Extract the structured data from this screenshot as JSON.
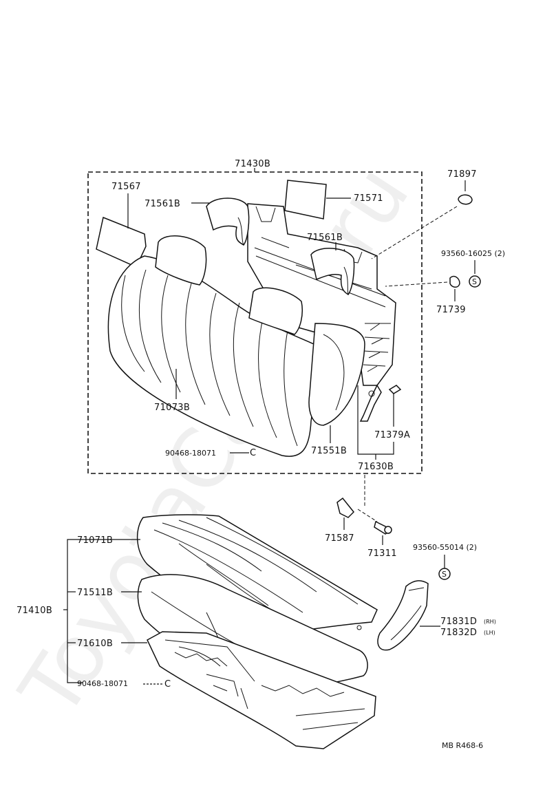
{
  "watermark": "ToyotaCar.ne.ru",
  "drawing_code": "MB R468-6",
  "labels": {
    "p71430B": "71430B",
    "p71567": "71567",
    "p71561B_left": "71561B",
    "p71571": "71571",
    "p71561B_right": "71561B",
    "p71897": "71897",
    "p93560_16025": "93560-16025 (2)",
    "p71739": "71739",
    "p71073B": "71073B",
    "p90468_18071_top": "90468-18071",
    "p71551B": "71551B",
    "p71379A": "71379A",
    "p71630B": "71630B",
    "p71587": "71587",
    "p71311": "71311",
    "p93560_55014": "93560-55014 (2)",
    "p71071B": "71071B",
    "p71511B": "71511B",
    "p71410B": "71410B",
    "p71610B": "71610B",
    "p90468_18071_bottom": "90468-18071",
    "p71831D": "71831D",
    "p71831D_sub": "(RH)",
    "p71832D": "71832D",
    "p71832D_sub": "(LH)",
    "washer_symbol": "S",
    "clip_symbol": "C"
  }
}
